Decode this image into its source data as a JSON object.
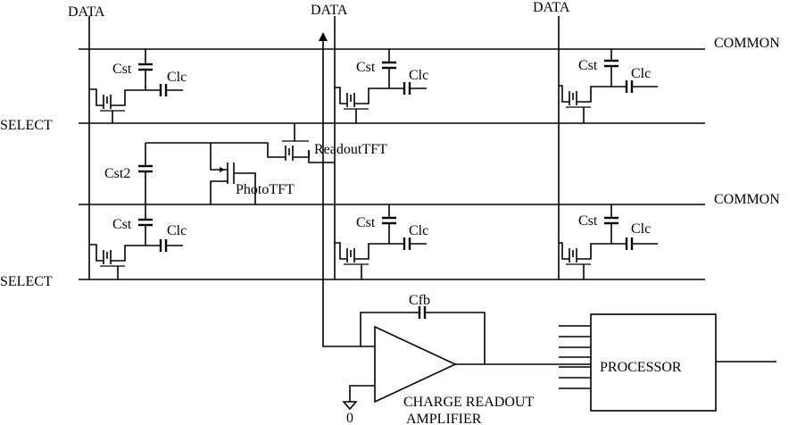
{
  "labels": {
    "data": "DATA",
    "common": "COMMON",
    "select": "SELECT",
    "cst": "Cst",
    "clc": "Clc",
    "cst2": "Cst2",
    "readout_tft": "ReadoutTFT",
    "photo_tft": "PhotoTFT",
    "cfb": "Cfb",
    "processor": "PROCESSOR",
    "amplifier_line1": "CHARGE READOUT",
    "amplifier_line2": "AMPLIFIER",
    "ground": "0"
  }
}
